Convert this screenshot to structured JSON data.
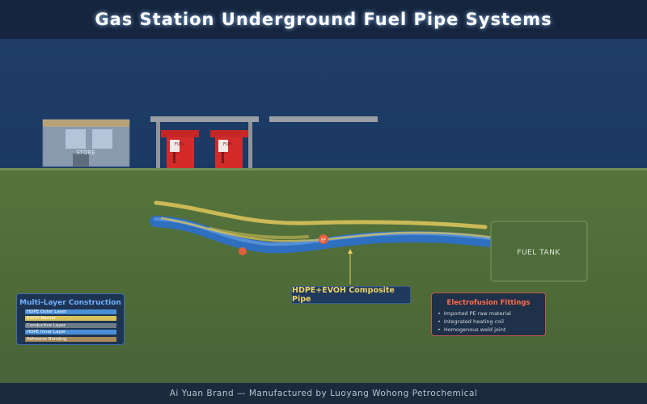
{
  "title": "Gas Station Underground Fuel Pipe Systems",
  "store": {
    "label": "STORE"
  },
  "pumps": [
    {
      "label": "FUEL"
    },
    {
      "label": "FUEL"
    }
  ],
  "tank": {
    "label": "FUEL TANK"
  },
  "ef_marker": {
    "label": "EF"
  },
  "pipe_label": "HDPE+EVOH Composite Pipe",
  "layers_panel": {
    "title": "Multi-Layer Construction",
    "layers": [
      {
        "label": "HDPE Outer Layer",
        "color": "#4a8fd6"
      },
      {
        "label": "EVOH Barrier",
        "color": "#d8c25a"
      },
      {
        "label": "Conductive Layer",
        "color": "#6e7a88"
      },
      {
        "label": "HDPE Inner Layer",
        "color": "#4a8fd6"
      },
      {
        "label": "Adhesive Bonding",
        "color": "#a88a5a"
      }
    ]
  },
  "fittings_panel": {
    "title": "Electrofusion Fittings",
    "items": [
      "Imported PE raw material",
      "Integrated heating coil",
      "Homogenous weld joint"
    ]
  },
  "footer": "Ai Yuan Brand — Manufactured by Luoyang Wohong Petrochemical",
  "colors": {
    "pipe_blue": "#2f6fbf",
    "evoh_yellow": "#d8c25a",
    "ground_green": "#55743d",
    "sky_navy": "#1f3c68",
    "pump_red": "#d42a2a",
    "ef_orange": "#e06040"
  }
}
